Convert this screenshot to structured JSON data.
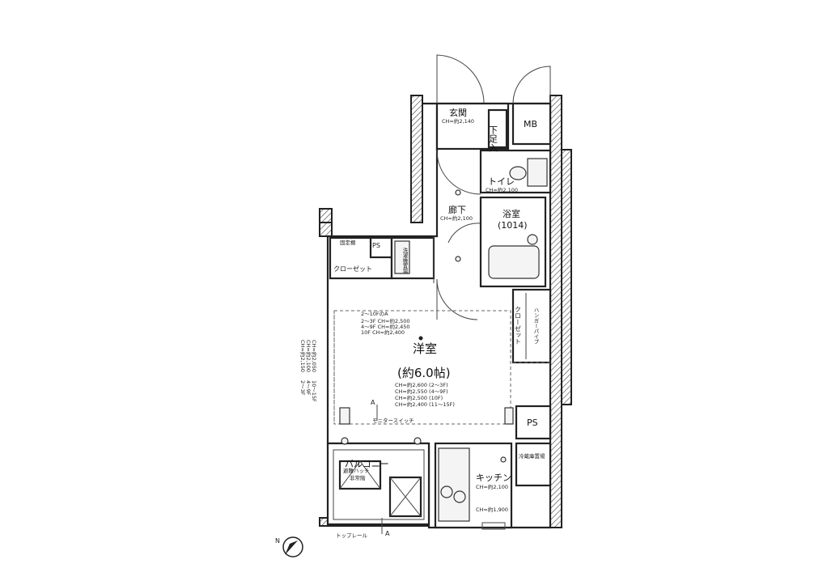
{
  "rooms": {
    "entrance": {
      "name": "玄関",
      "ch": "CH=約2,140"
    },
    "shoe": {
      "name": "下足入"
    },
    "mb": {
      "name": "MB"
    },
    "toilet": {
      "name": "トイレ",
      "ch": "CH=約2,100"
    },
    "hallway": {
      "name": "廊下",
      "ch": "CH=約2,100"
    },
    "bath": {
      "name": "浴室",
      "size": "(1014)"
    },
    "western": {
      "name": "洋室",
      "area": "(約6.0帖)"
    },
    "closet_left": {
      "name": "クローゼット"
    },
    "closet_right": {
      "name": "クローゼット"
    },
    "ps_top": {
      "name": "PS"
    },
    "ps_right": {
      "name": "PS"
    },
    "balcony": {
      "name": "バルコニー"
    },
    "kitchen": {
      "name": "キッチン",
      "ch": "CH=約2,100",
      "ch2": "CH=約1,900"
    }
  },
  "annotations": {
    "ceiling_floor": "2～10FのA",
    "ch_list_top": [
      "2～3F CH=約2,500",
      "4～9F CH=約2,450",
      "10F  CH=約2,400"
    ],
    "ch_list_main": [
      "CH=約2,600 (2～3F)",
      "CH=約2,550 (4～9F)",
      "CH=約2,500 (10F)",
      "CH=約2,400 (11～15F)"
    ],
    "ch_left": [
      "CH=約2,150",
      "CH=約2,100",
      "CH=約2,050"
    ],
    "floors_left": [
      "2～3F",
      "4～9F",
      "10～15F"
    ],
    "fixed_shelf": "固定棚",
    "hanger_pipe": "ハンガーパイプ",
    "washer": "洗濯機置場",
    "fridge": "冷蔵庫置場",
    "escape_hatch": "避難ハッチ",
    "evac_note": "非常階",
    "top_rail": "トップレール",
    "moniter": "モニタースイッチ",
    "section_mark": "A",
    "north": "N",
    "ps_small": "PS"
  }
}
